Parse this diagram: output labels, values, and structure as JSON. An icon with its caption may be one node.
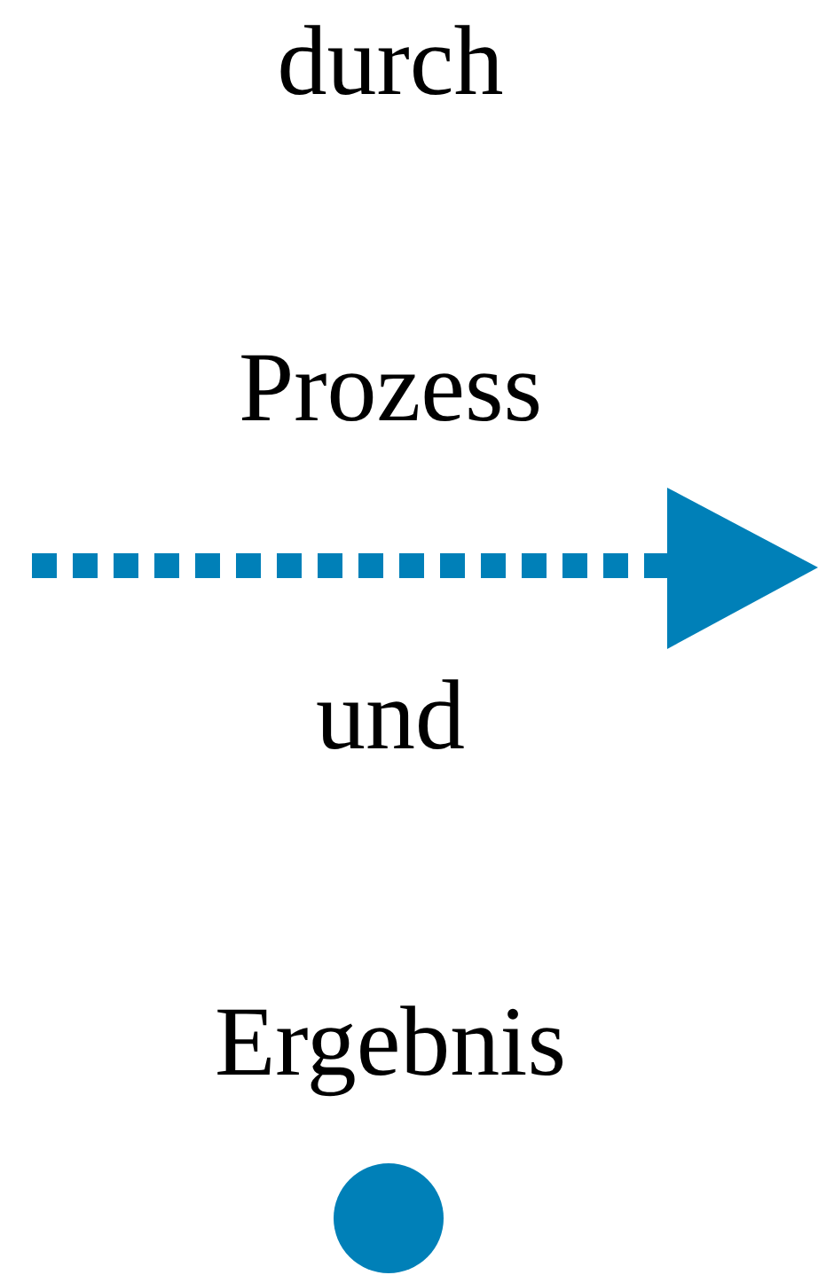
{
  "diagram": {
    "labels": [
      "durch",
      "Prozess",
      "und",
      "Ergebnis"
    ]
  }
}
